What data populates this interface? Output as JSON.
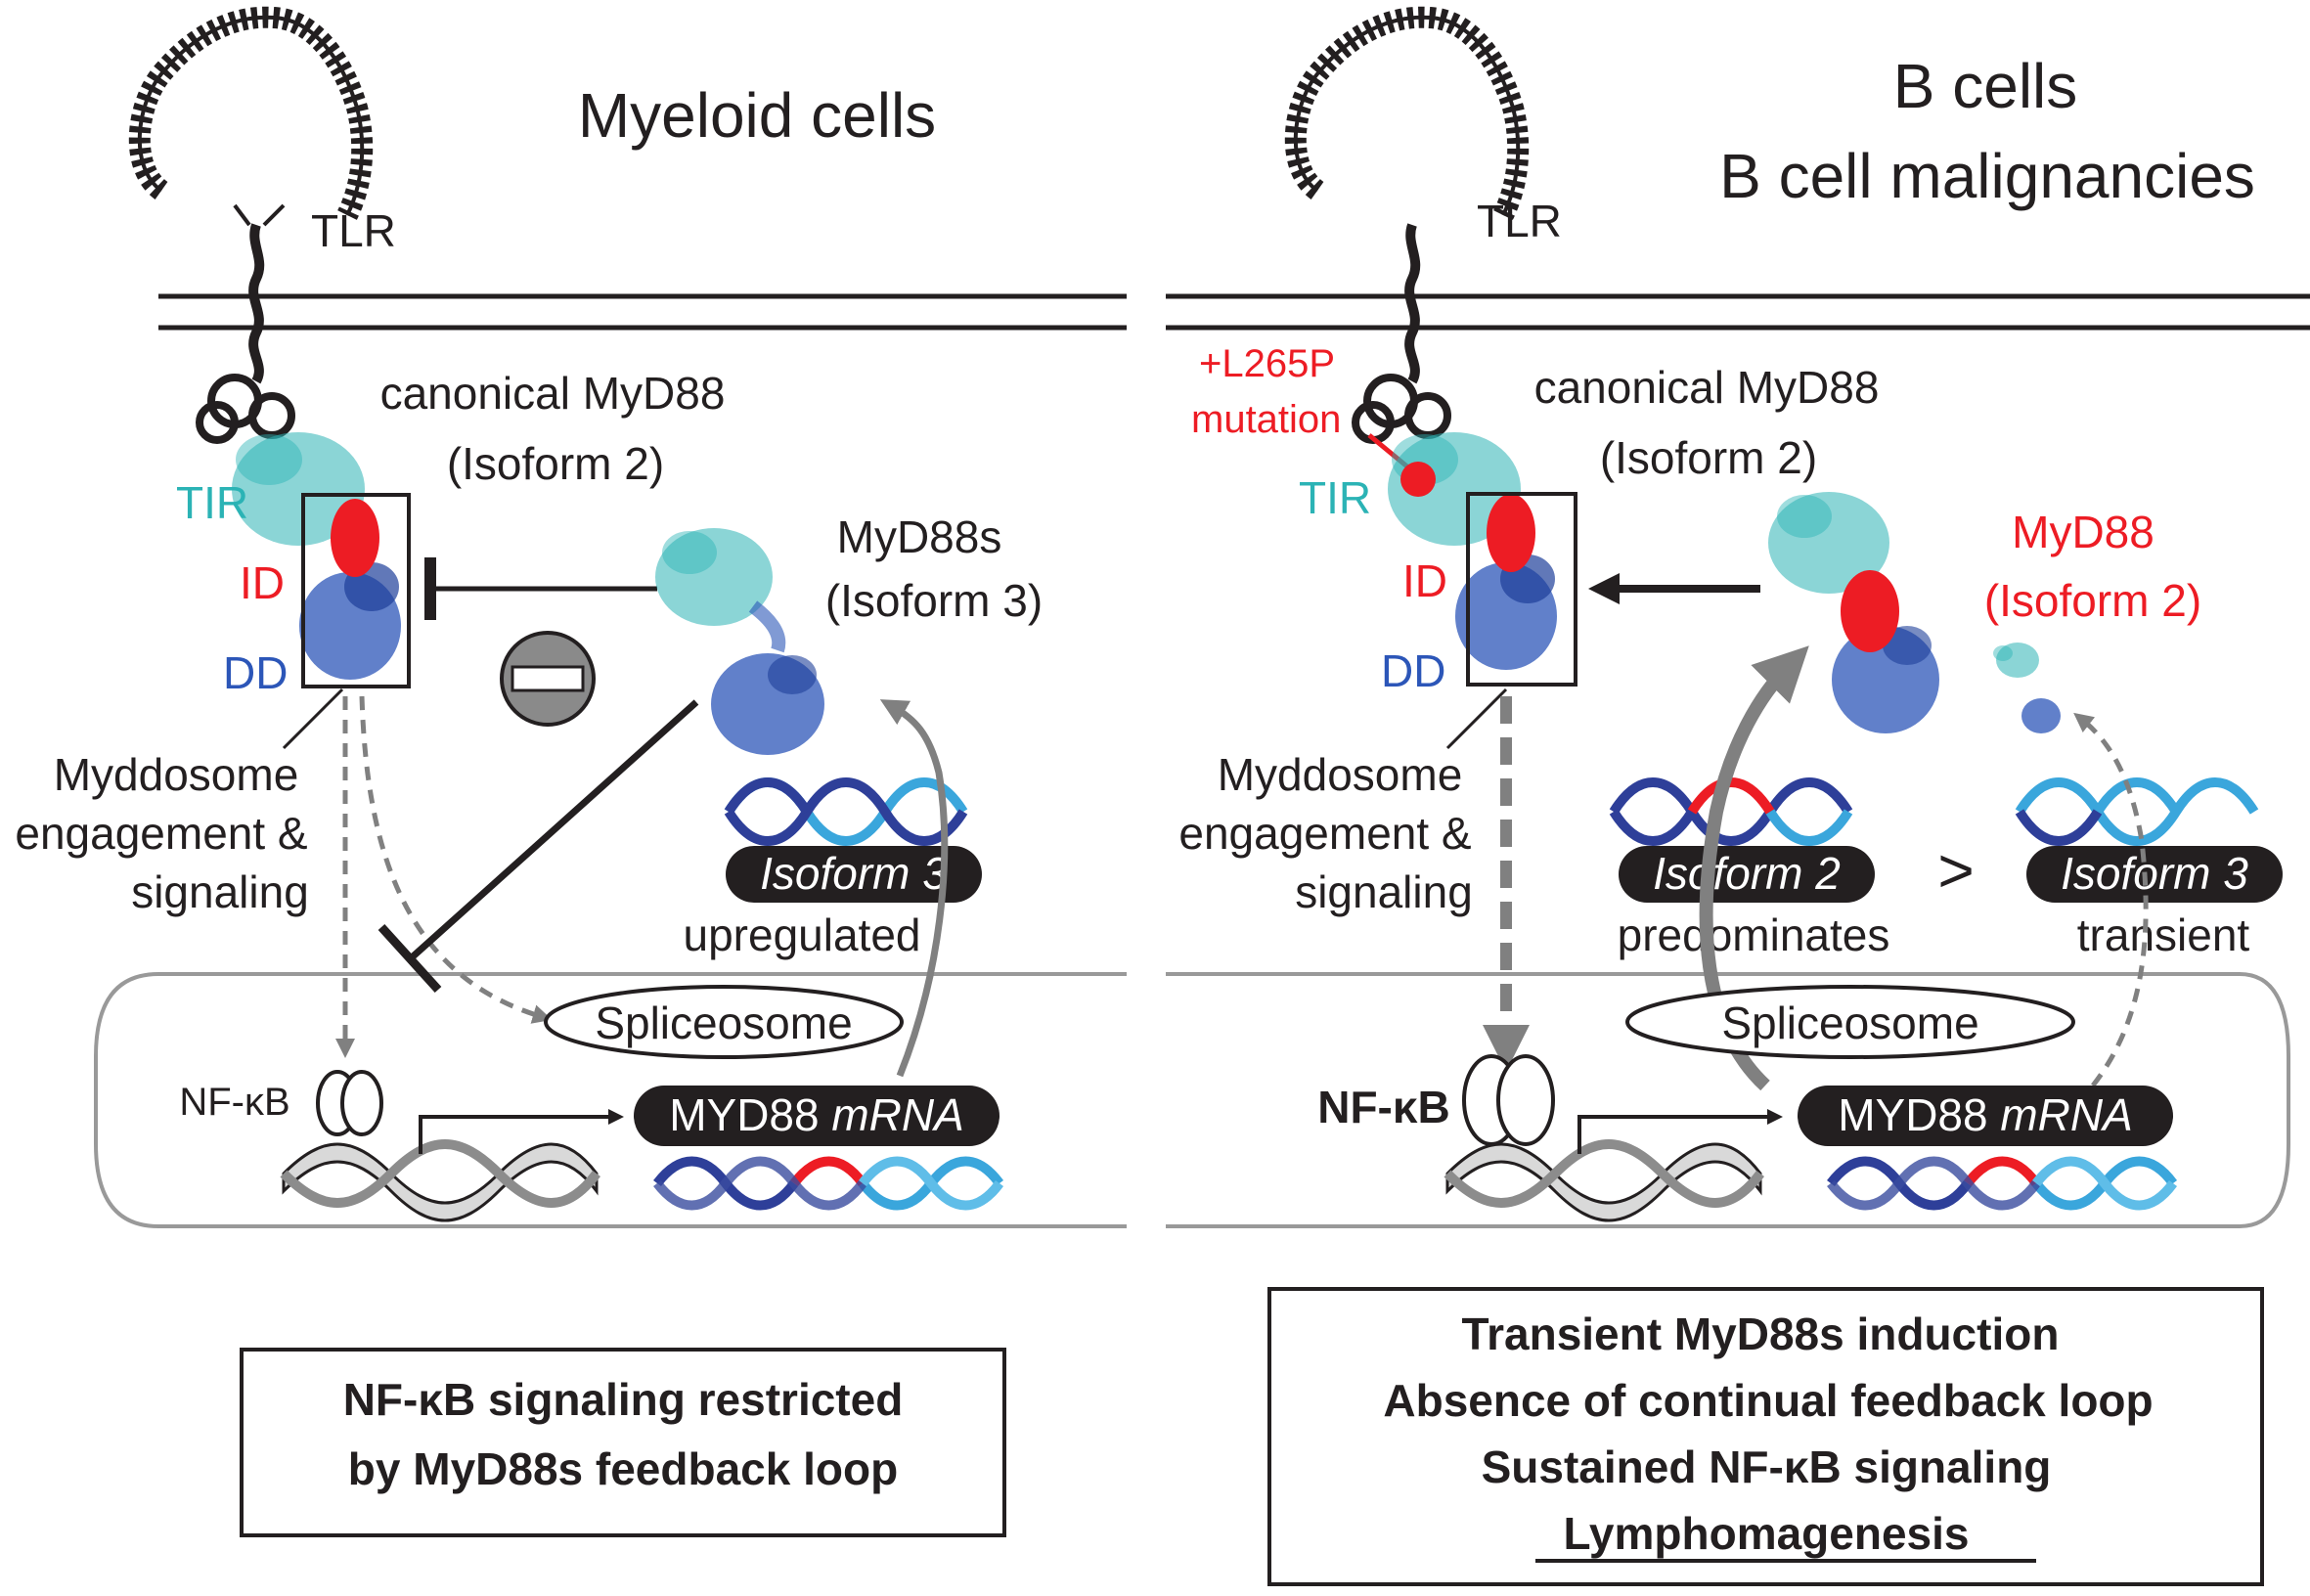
{
  "left": {
    "title": "Myeloid cells",
    "tlr": "TLR",
    "canonical_line1": "canonical MyD88",
    "canonical_line2": "(Isoform 2)",
    "tir": "TIR",
    "id": "ID",
    "dd": "DD",
    "myd88s_line1": "MyD88s",
    "myd88s_line2": "(Isoform 3)",
    "myddosome_line1": "Myddosome",
    "myddosome_line2": "engagement &",
    "myddosome_line3": "signaling",
    "isoform3_pill": "Isoform 3",
    "upregulated": "upregulated",
    "spliceosome": "Spliceosome",
    "nfkb": "NF-κB",
    "mrna_a": "MYD88 ",
    "mrna_b": "mRNA",
    "box_line1": "NF-κB signaling restricted",
    "box_line2": "by MyD88s feedback loop"
  },
  "right": {
    "title_line1": "B cells",
    "title_line2": "B cell malignancies",
    "tlr": "TLR",
    "mutation_line1": "+L265P",
    "mutation_line2": "mutation",
    "canonical_line1": "canonical MyD88",
    "canonical_line2": "(Isoform 2)",
    "tir": "TIR",
    "id": "ID",
    "dd": "DD",
    "myd88_red_line1": "MyD88",
    "myd88_red_line2": "(Isoform 2)",
    "myddosome_line1": "Myddosome",
    "myddosome_line2": "engagement &",
    "myddosome_line3": "signaling",
    "isoform2_pill": "Isoform 2",
    "predominates": "predominates",
    "greater_than": ">",
    "isoform3_pill": "Isoform 3",
    "transient": "transient",
    "spliceosome": "Spliceosome",
    "nfkb": "NF-κB",
    "mrna_a": "MYD88 ",
    "mrna_b": "mRNA",
    "box_line1": "Transient MyD88s induction",
    "box_line2": "Absence of continual feedback loop",
    "box_line3": "Sustained NF-κB signaling",
    "box_line4": "Lymphomagenesis"
  },
  "colors": {
    "tir": "#2bb3b5",
    "id": "#ed1c24",
    "dd": "#2c56b8",
    "dna_dark": "#2e3f99",
    "dna_light": "#3aa6dc",
    "gray_arrow": "#7f7f7f",
    "black": "#231f20"
  }
}
